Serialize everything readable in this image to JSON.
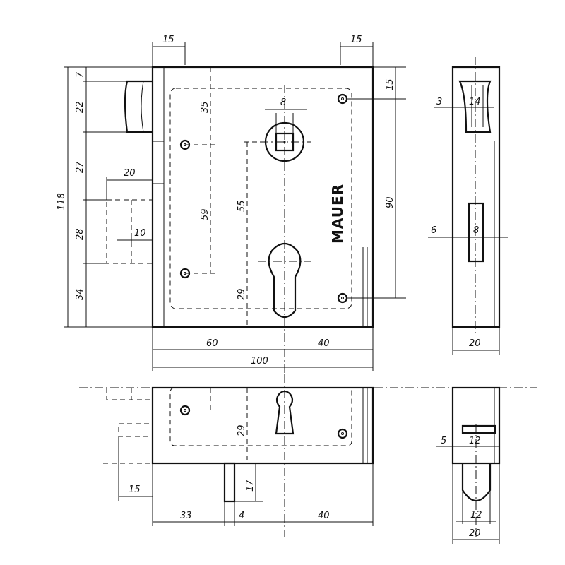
{
  "brand": "MAUER",
  "dimensions": {
    "top_left_15": "15",
    "top_right_15": "15",
    "right_15": "15",
    "left_7": "7",
    "left_22": "22",
    "left_27": "27",
    "left_28": "28",
    "left_34": "34",
    "total_118": "118",
    "bolt_20": "20",
    "bolt_10": "10",
    "spindle_8": "8",
    "holes_35": "35",
    "holes_59": "59",
    "spindle_55": "55",
    "keyhole_29": "29",
    "right_90": "90",
    "bottom_60": "60",
    "bottom_40": "40",
    "bottom_100": "100",
    "side_3": "3",
    "side_14": "14",
    "side_6": "6",
    "side_8": "8",
    "side_20": "20",
    "plan_29": "29",
    "plan_17": "17",
    "plan_15": "15",
    "plan_33": "33",
    "plan_4": "4",
    "plan_40": "40",
    "end_5": "5",
    "end_12a": "12",
    "end_12b": "12",
    "end_20": "20"
  }
}
